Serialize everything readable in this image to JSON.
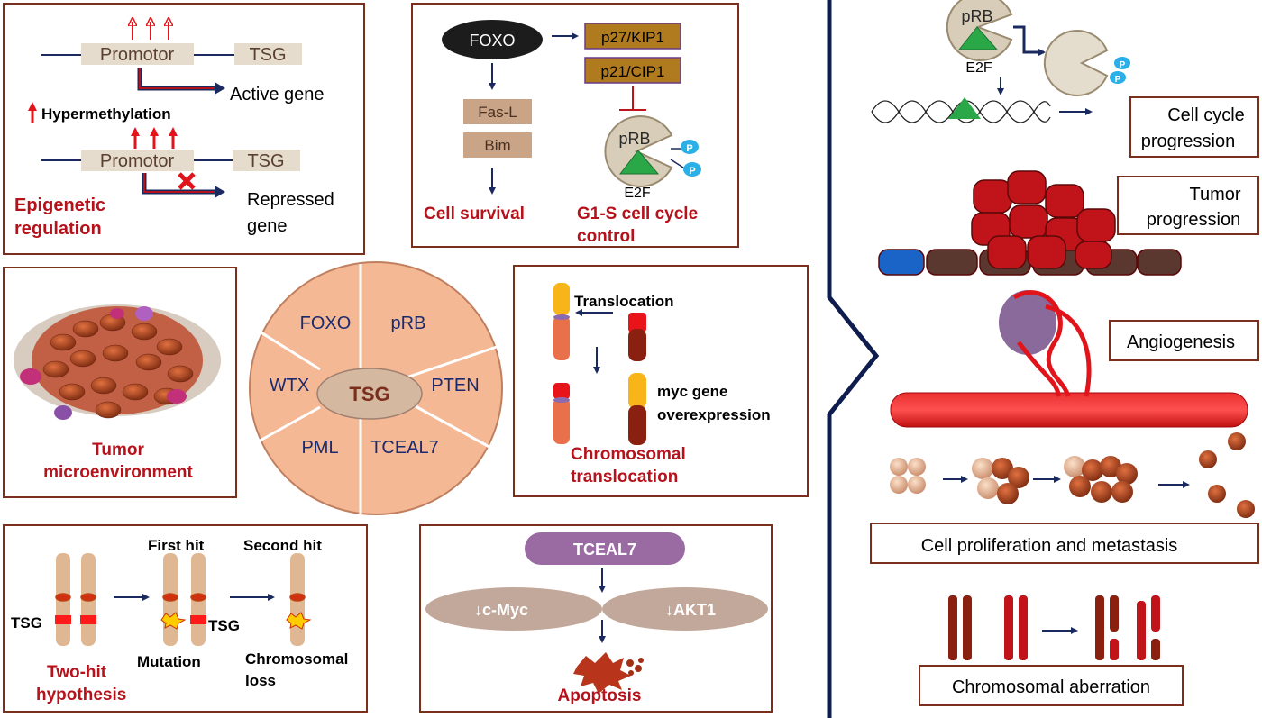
{
  "colors": {
    "box_border": "#7a2e1c",
    "label_red": "#b5121b",
    "arrow_navy": "#1a2a5e",
    "promoter_fill": "#e6dccd",
    "tan_box": "#c9a487",
    "gold_box": "#b07a1e",
    "purple": "#9a6aa3",
    "circle_fill": "#f4b894",
    "oval_fill": "#d4b8a0",
    "green": "#2aa848",
    "cell_red": "#c0141a"
  },
  "epigenetic": {
    "promotor_top": "Promotor",
    "tsg_top": "TSG",
    "active_gene": "Active gene",
    "hypermethylation": "Hypermethylation",
    "promotor_bottom": "Promotor",
    "tsg_bottom": "TSG",
    "repressed_line1": "Repressed",
    "repressed_line2": "gene",
    "title_line1": "Epigenetic",
    "title_line2": "regulation"
  },
  "foxo_panel": {
    "foxo": "FOXO",
    "p27": "p27/KIP1",
    "p21": "p21/CIP1",
    "fasl": "Fas-L",
    "bim": "Bim",
    "prb": "pRB",
    "p_badge": "P",
    "e2f": "E2F",
    "cell_survival": "Cell survival",
    "g1s_line1": "G1-S cell cycle",
    "g1s_line2": "control"
  },
  "microenv": {
    "title_line1": "Tumor",
    "title_line2": "microenvironment"
  },
  "tsg_circle": {
    "center": "TSG",
    "segments": [
      "FOXO",
      "pRB",
      "PTEN",
      "TCEAL7",
      "PML",
      "WTX"
    ]
  },
  "translocation": {
    "translocation": "Translocation",
    "myc_line1": "myc gene",
    "myc_line2": "overexpression",
    "title_line1": "Chromosomal",
    "title_line2": "translocation"
  },
  "two_hit": {
    "tsg_left": "TSG",
    "first_hit": "First hit",
    "second_hit": "Second hit",
    "tsg_mid": "TSG",
    "mutation": "Mutation",
    "loss_line1": "Chromosomal",
    "loss_line2": "loss",
    "title_line1": "Two-hit",
    "title_line2": "hypothesis"
  },
  "apoptosis": {
    "tceal7": "TCEAL7",
    "cmyc": "↓c-Myc",
    "akt1": "↓AKT1",
    "title": "Apoptosis"
  },
  "right_panel": {
    "prb": "pRB",
    "e2f": "E2F",
    "p_badge": "P",
    "cell_cycle_line1": "Cell cycle",
    "cell_cycle_line2": "progression",
    "tumor_line1": "Tumor",
    "tumor_line2": "progression",
    "angiogenesis": "Angiogenesis",
    "proliferation": "Cell proliferation and metastasis",
    "aberration": "Chromosomal aberration"
  }
}
